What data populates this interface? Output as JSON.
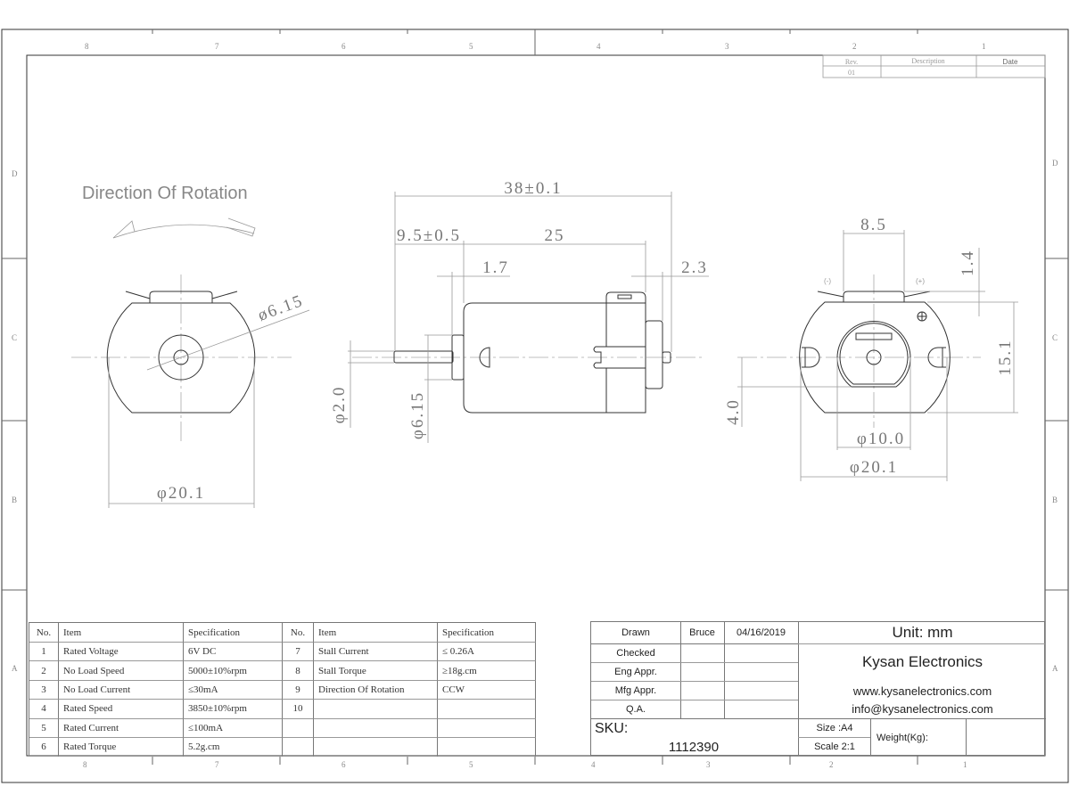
{
  "zones": {
    "columns": [
      "8",
      "7",
      "6",
      "5",
      "4",
      "3",
      "2",
      "1"
    ],
    "rows": [
      "D",
      "C",
      "B",
      "A"
    ]
  },
  "revision": {
    "headers": [
      "Rev.",
      "Description",
      "Date"
    ],
    "rev": "01"
  },
  "rotation_view": {
    "title": "Direction Of Rotation",
    "dim_hole": "ø6.15",
    "dim_diameter": "φ20.1"
  },
  "side_view": {
    "dim_length": "38±0.1",
    "dim_shaft": "9.5±0.5",
    "dim_body": "25",
    "dim_flange": "1.7",
    "dim_rear": "2.3",
    "dim_shaft_dia": "φ2.0",
    "dim_flange_dia": "φ6.15"
  },
  "end_view": {
    "dim_tab": "8.5",
    "dim_tab_h": "1.4",
    "dim_height": "15.1",
    "dim_offset": "4.0",
    "dim_inner": "φ10.0",
    "dim_outer": "φ20.1",
    "neg": "(-)",
    "pos": "(+)"
  },
  "spec_table": {
    "headers": [
      "No.",
      "Item",
      "Specification",
      "No.",
      "Item",
      "Specification"
    ],
    "rows": [
      {
        "no": "1",
        "item": "Rated Voltage",
        "spec": "6V DC",
        "no2": "7",
        "item2": "Stall Current",
        "spec2": "≤ 0.26A"
      },
      {
        "no": "2",
        "item": "No Load Speed",
        "spec": "5000±10%rpm",
        "no2": "8",
        "item2": "Stall Torque",
        "spec2": "≥18g.cm"
      },
      {
        "no": "3",
        "item": "No Load Current",
        "spec": "≤30mA",
        "no2": "9",
        "item2": "Direction Of Rotation",
        "spec2": "CCW"
      },
      {
        "no": "4",
        "item": "Rated Speed",
        "spec": "3850±10%rpm",
        "no2": "10",
        "item2": "",
        "spec2": ""
      },
      {
        "no": "5",
        "item": "Rated Current",
        "spec": "≤100mA",
        "no2": "",
        "item2": "",
        "spec2": ""
      },
      {
        "no": "6",
        "item": "Rated Torque",
        "spec": "5.2g.cm",
        "no2": "",
        "item2": "",
        "spec2": ""
      }
    ]
  },
  "title_block": {
    "drawn_label": "Drawn",
    "drawn_by": "Bruce",
    "drawn_date": "04/16/2019",
    "checked": "Checked",
    "eng_appr": "Eng Appr.",
    "mfg_appr": "Mfg Appr.",
    "qa": "Q.A.",
    "unit": "Unit: mm",
    "company": "Kysan Electronics",
    "website": "www.kysanelectronics.com",
    "email": "info@kysanelectronics.com",
    "sku_label": "SKU:",
    "sku": "1112390",
    "size": "Size :A4",
    "scale": "Scale 2:1",
    "weight": "Weight(Kg):"
  }
}
